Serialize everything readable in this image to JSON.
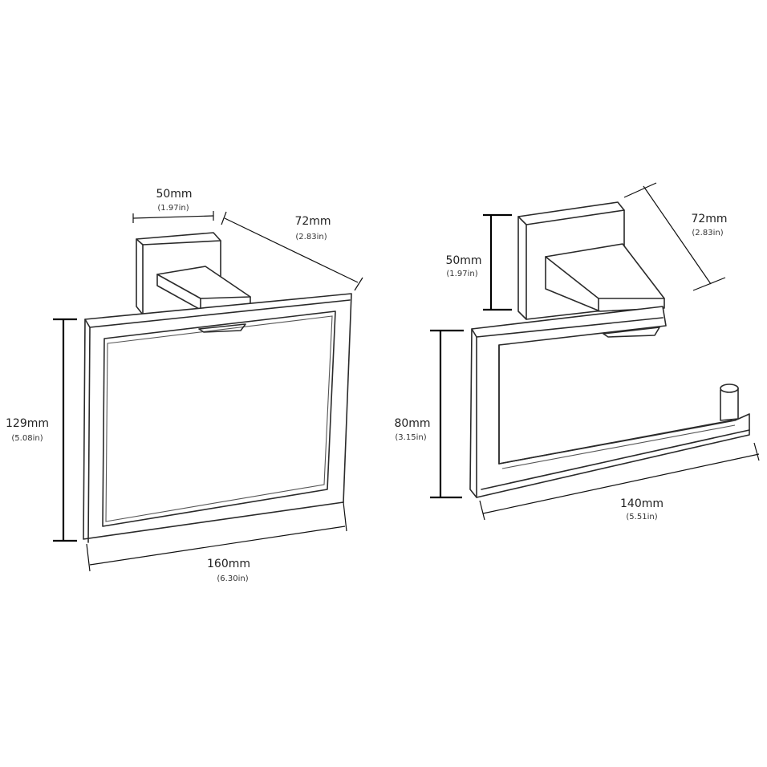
{
  "towel_ring": {
    "width_mm": "50mm",
    "width_in": "(1.97in)",
    "depth_mm": "72mm",
    "depth_in": "(2.83in)",
    "height_mm": "129mm",
    "height_in": "(5.08in)",
    "length_mm": "160mm",
    "length_in": "(6.30in)"
  },
  "paper_holder": {
    "base_mm": "50mm",
    "base_in": "(1.97in)",
    "depth_mm": "72mm",
    "depth_in": "(2.83in)",
    "height_mm": "80mm",
    "height_in": "(3.15in)",
    "length_mm": "140mm",
    "length_in": "(5.51in)"
  }
}
